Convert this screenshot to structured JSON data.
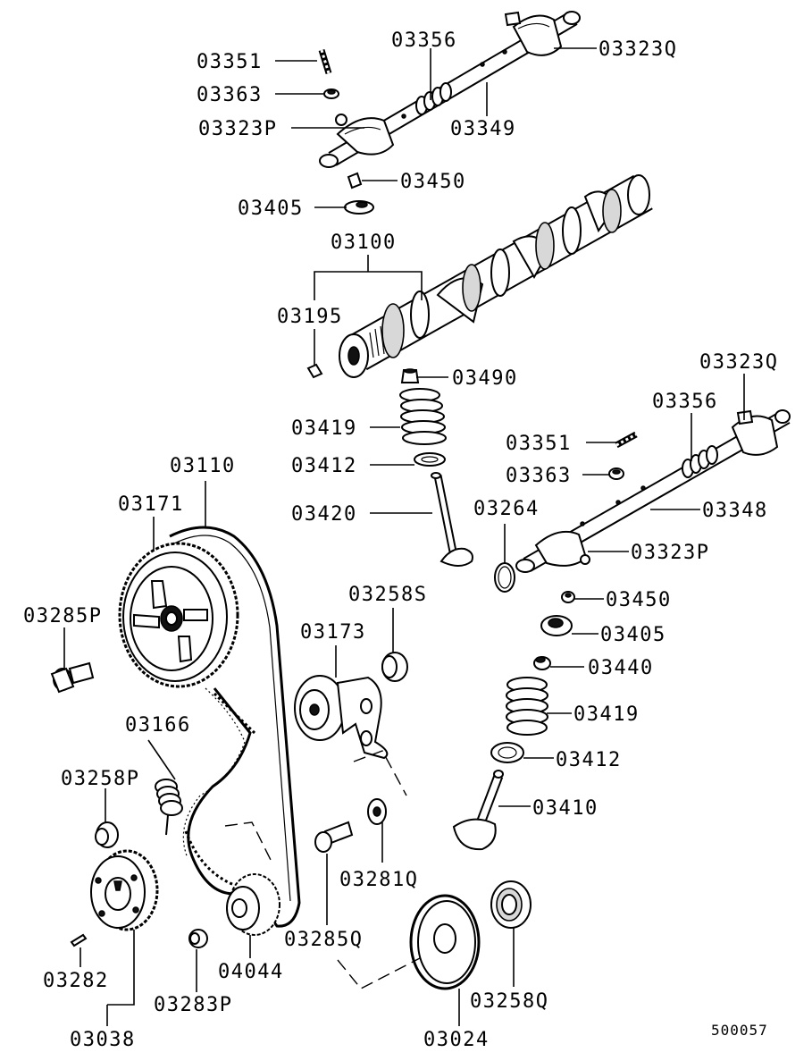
{
  "diagram": {
    "doc_id": "500057",
    "callouts": {
      "c03351a": "03351",
      "c03356a": "03356",
      "c03323Qa": "03323Q",
      "c03363a": "03363",
      "c03349": "03349",
      "c03323Pa": "03323P",
      "c03450a": "03450",
      "c03405a": "03405",
      "c03100": "03100",
      "c03195": "03195",
      "c03490": "03490",
      "c03323Qb": "03323Q",
      "c03356b": "03356",
      "c03419a": "03419",
      "c03351b": "03351",
      "c03412a": "03412",
      "c03363b": "03363",
      "c03110": "03110",
      "c03420": "03420",
      "c03264": "03264",
      "c03348": "03348",
      "c03171": "03171",
      "c03323Pb": "03323P",
      "c03450b": "03450",
      "c03285P": "03285P",
      "c03258S": "03258S",
      "c03405b": "03405",
      "c03173": "03173",
      "c03440": "03440",
      "c03419b": "03419",
      "c03166": "03166",
      "c03412b": "03412",
      "c03258P": "03258P",
      "c03410": "03410",
      "c03281Q": "03281Q",
      "c03285Q": "03285Q",
      "c03282": "03282",
      "c04044": "04044",
      "c03258Q": "03258Q",
      "c03283P": "03283P",
      "c03038": "03038",
      "c03024": "03024"
    }
  }
}
